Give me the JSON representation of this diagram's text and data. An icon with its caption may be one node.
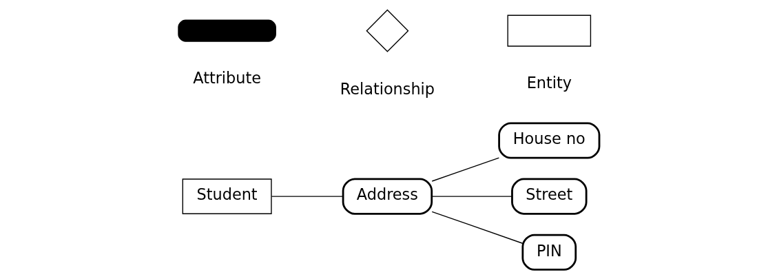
{
  "diagram": {
    "nodes": [
      {
        "text": [
          "Student"
        ]
      },
      {
        "text": [
          "Address"
        ]
      },
      {
        "text": [
          "House no"
        ]
      },
      {
        "text": [
          "Street"
        ]
      },
      {
        "text": [
          "PIN"
        ]
      },
      {
        "text": [],
        "shape": "bar",
        "beside": [
          "Attribute"
        ]
      },
      {
        "text": [],
        "shape": "diamond",
        "beside": [
          "Relationship"
        ]
      },
      {
        "text": [],
        "shape": "box",
        "beside": [
          "Entity"
        ]
      }
    ],
    "edges": [
      {
        "from": 0,
        "to": 1,
        "arrow": "none"
      },
      {
        "from": 1,
        "to": 2,
        "arrow": "none"
      },
      {
        "from": 1,
        "to": 3,
        "arrow": "none"
      },
      {
        "from": 1,
        "to": 4,
        "arrow": "none"
      }
    ]
  }
}
